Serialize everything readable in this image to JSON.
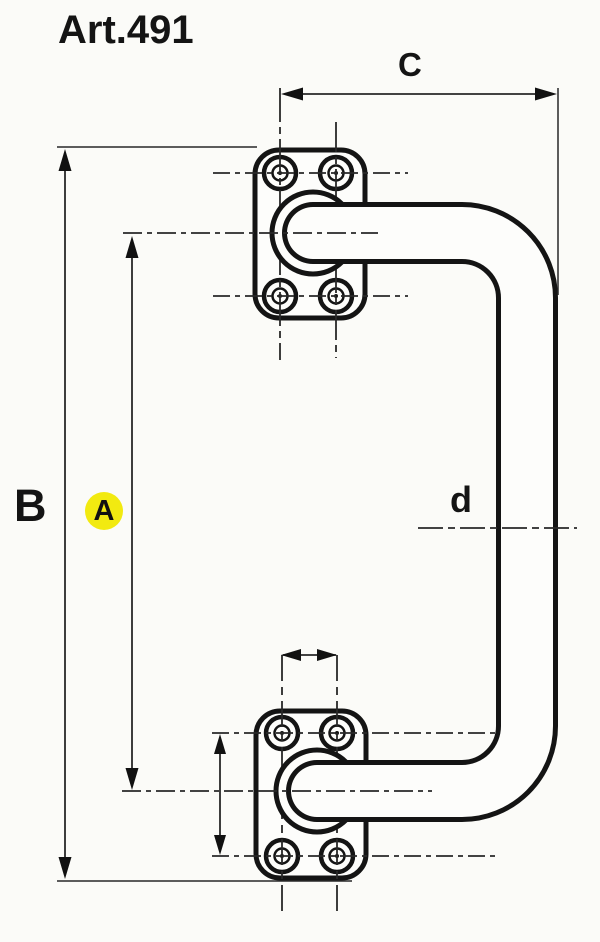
{
  "drawing": {
    "title": "Art.491",
    "type_note": "technical dimension drawing of a pull handle with two mounting plates",
    "labels": {
      "plate_width_top": "C",
      "overall_height": "B",
      "centers_height": "A",
      "tube_diameter": "d"
    },
    "highlighted_label": "A"
  },
  "colors": {
    "background": "#fbfbf8",
    "line": "#141414",
    "thin_line": "#282828",
    "highlight_circle": "#f2ea10"
  }
}
